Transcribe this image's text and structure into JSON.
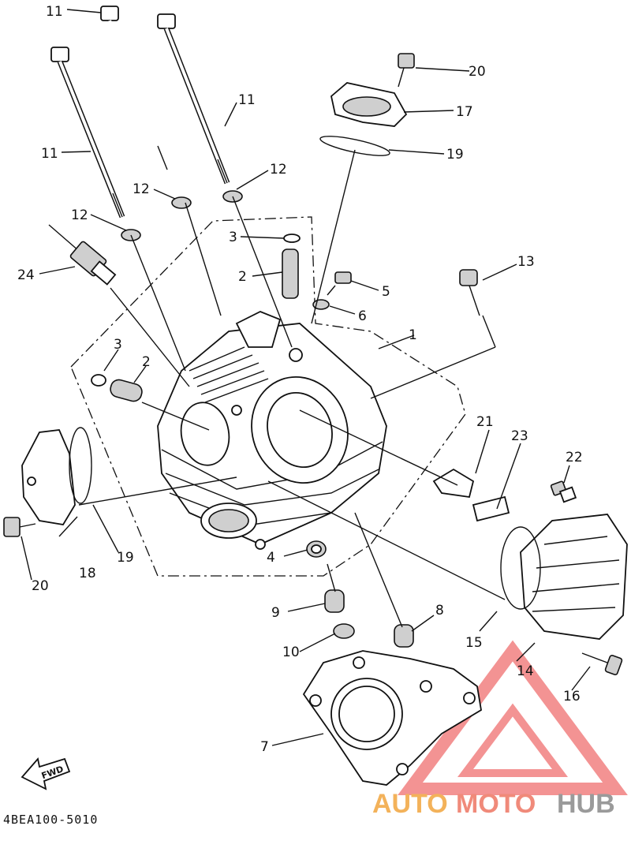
{
  "diagram": {
    "part_labels": {
      "p1": "1",
      "p2a": "2",
      "p2b": "2",
      "p3a": "3",
      "p3b": "3",
      "p4": "4",
      "p5": "5",
      "p6": "6",
      "p7": "7",
      "p8": "8",
      "p9": "9",
      "p10": "10",
      "p11a": "11",
      "p11b": "11",
      "p11c": "11",
      "p12a": "12",
      "p12b": "12",
      "p12c": "12",
      "p13": "13",
      "p14": "14",
      "p15": "15",
      "p16": "16",
      "p17": "17",
      "p18": "18",
      "p19a": "19",
      "p19b": "19",
      "p20a": "20",
      "p20b": "20",
      "p21": "21",
      "p22": "22",
      "p23": "23",
      "p24": "24"
    },
    "fwd_label": "FWD",
    "drawing_code": "4BEA100-5010"
  },
  "watermark": {
    "part1": "AUTO",
    "part2": "MOTO",
    "part3": "HUB",
    "colors": {
      "auto": "#f3b25a",
      "moto": "#f08a7a",
      "hub": "#9a9a9a",
      "triangle": "#ef6f6f"
    }
  }
}
